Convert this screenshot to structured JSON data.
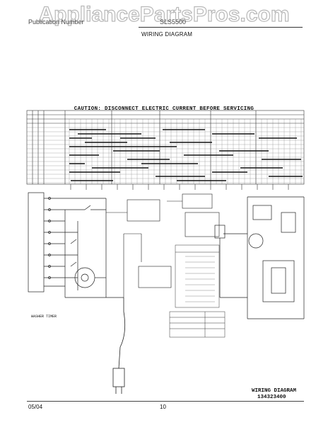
{
  "watermark": {
    "text": "AppliancePartsPros.com"
  },
  "header": {
    "brand": "Publication Number",
    "model": "SLS5500",
    "title": "WIRING DIAGRAM"
  },
  "caution": "CAUTION: DISCONNECT ELECTRIC CURRENT BEFORE SERVICING",
  "diagram": {
    "label": "WIRING DIAGRAM",
    "part_number": "134323400",
    "timer_label": "WASHER TIMER"
  },
  "footer": {
    "date": "05/04",
    "page": "10"
  },
  "colors": {
    "ink": "#222222",
    "watermark": "#b8b8b8",
    "paper": "#ffffff"
  }
}
